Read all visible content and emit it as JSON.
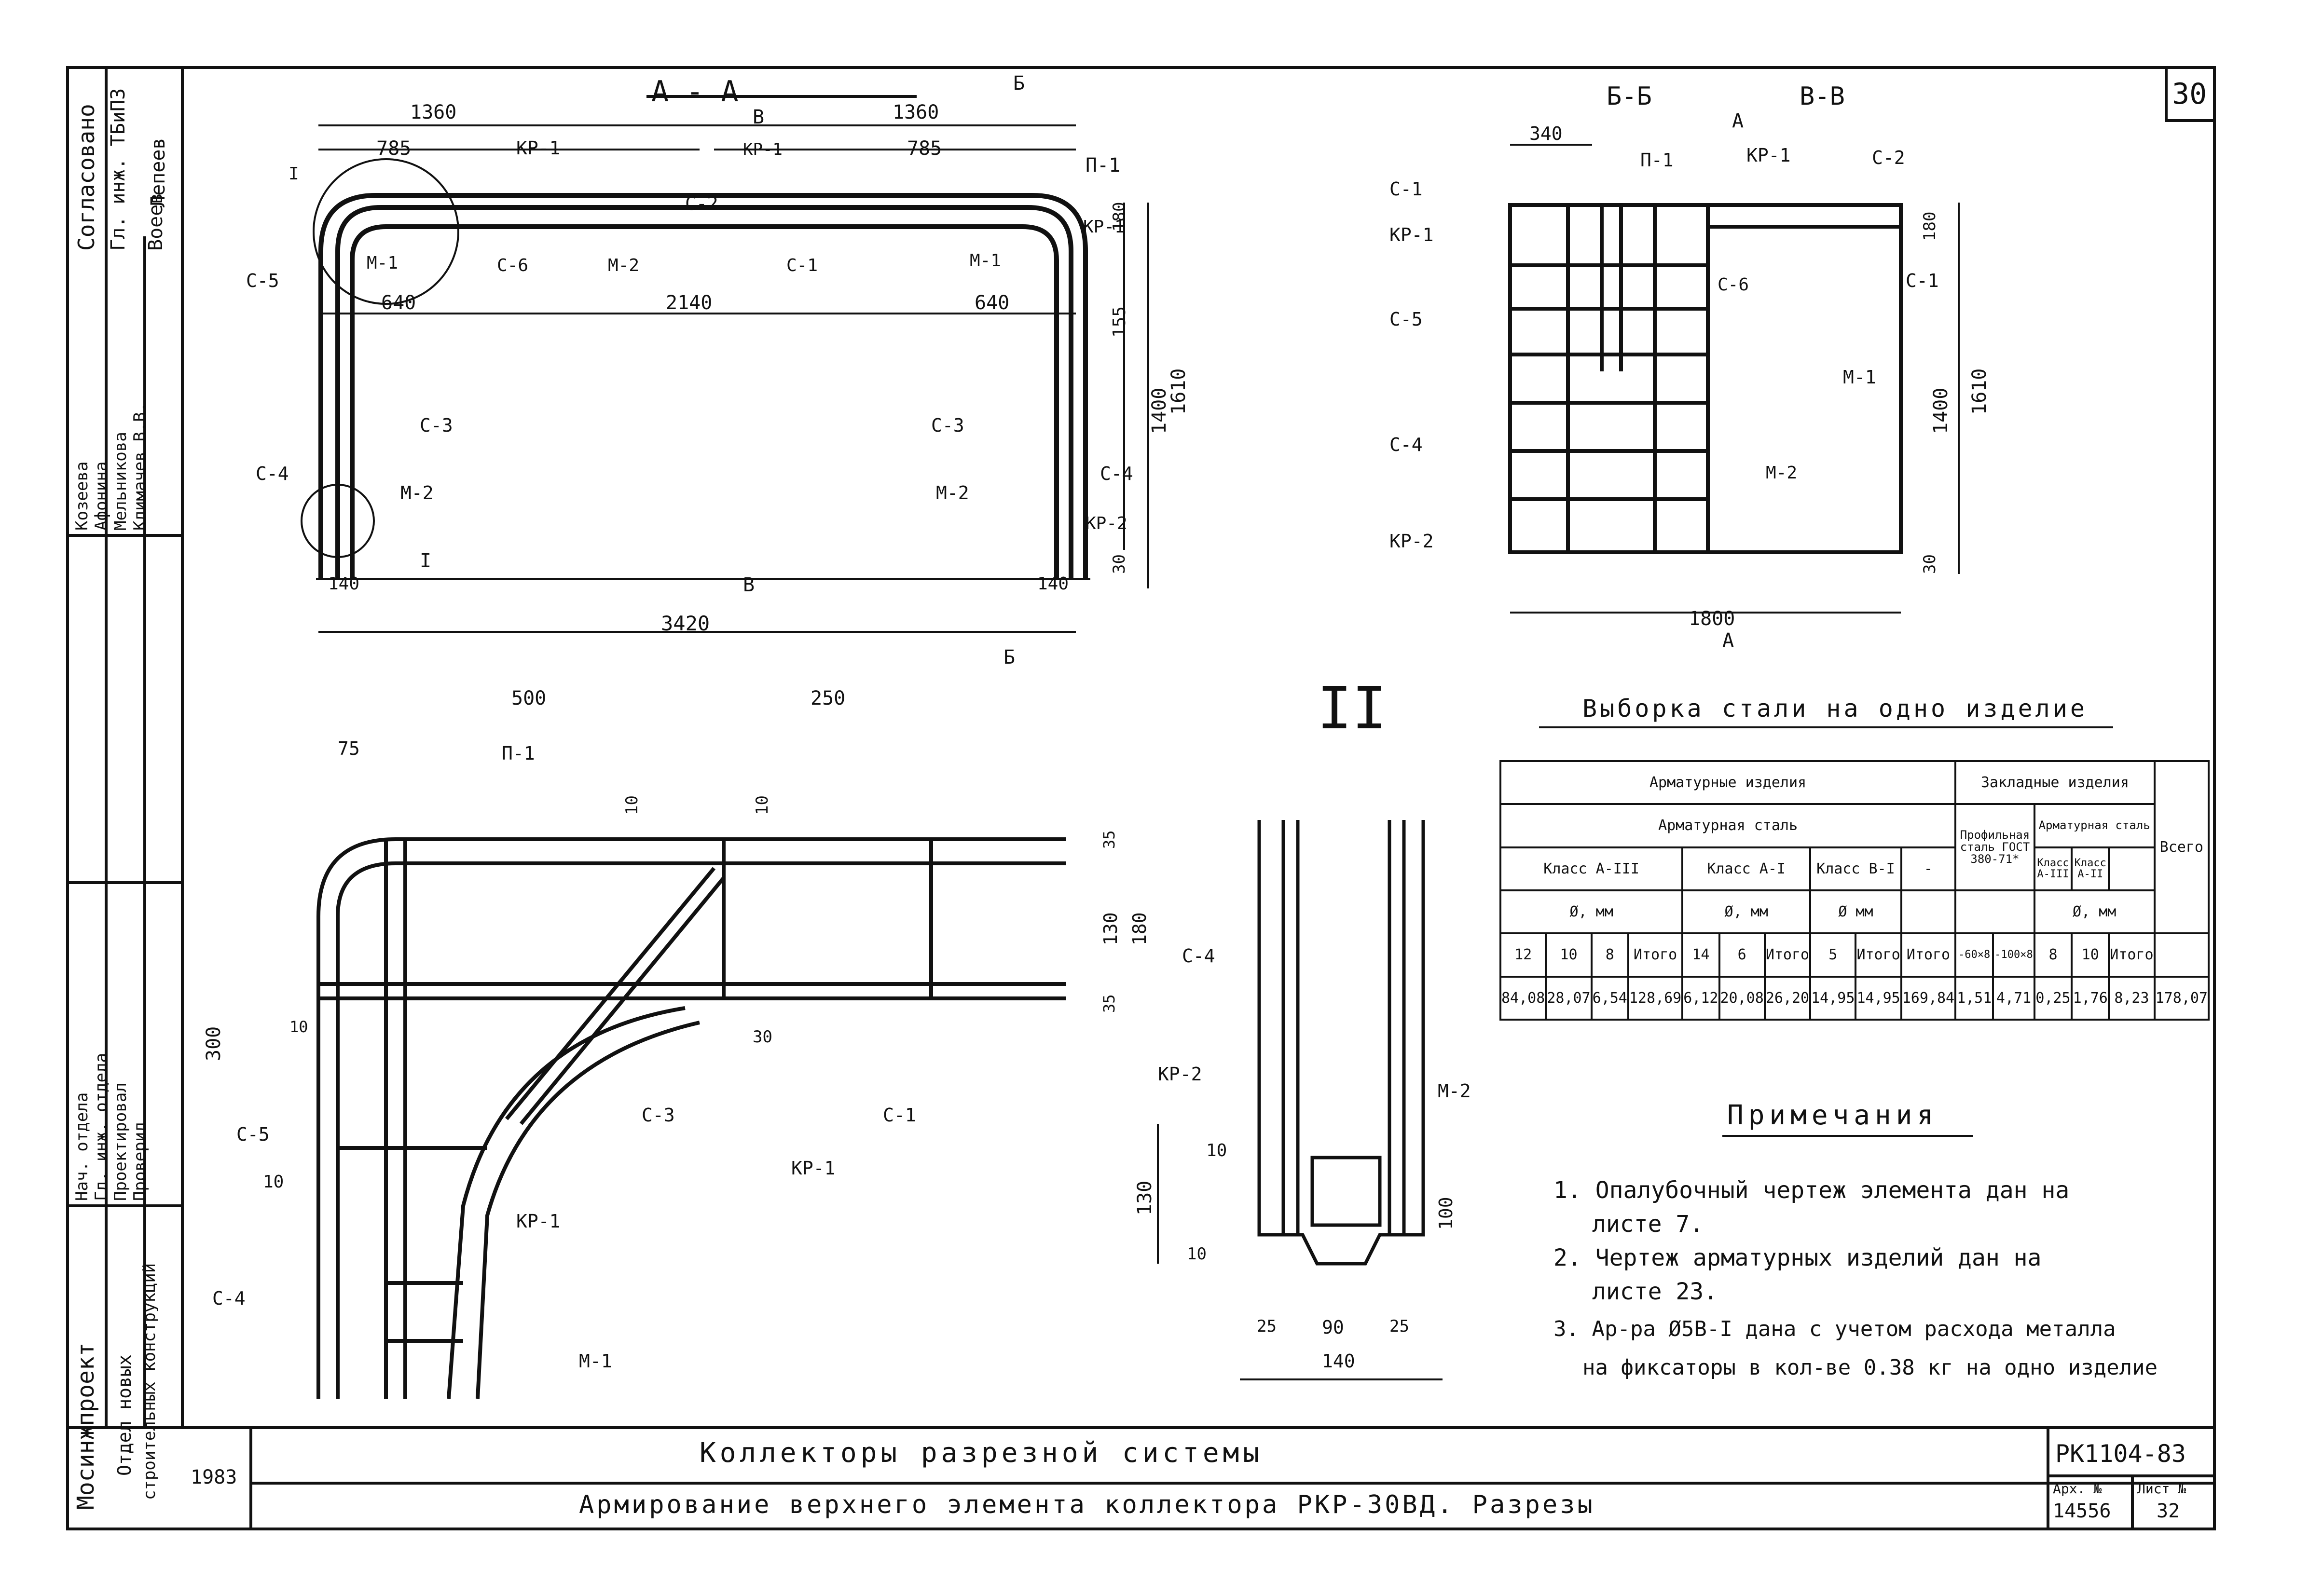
{
  "sheet_number": "30",
  "stamp": {
    "approval_title": "Согласовано",
    "approval_role": "Гл. инж. ТБиПЗ",
    "approval_signature": "Воеев",
    "approval_name": "Лепеев",
    "authors": [
      "Козеева",
      "Афонина",
      "Мельникова",
      "Климачев В.В."
    ],
    "roles": [
      "Нач. отдела",
      "Гл. инж. отдела",
      "Проектировал",
      "Проверил"
    ],
    "org": "Мосинжпроект",
    "dept_line1": "Отдел новых",
    "dept_line2": "строительных конструкций"
  },
  "drawing": {
    "section_aa": "А - А",
    "section_bb": "Б-Б",
    "section_vv": "В-В",
    "detail_two": "II",
    "marks": {
      "B": "Б",
      "V": "В",
      "A": "А",
      "I": "I",
      "kr1": "КР-1",
      "kr2": "КР-2",
      "c1": "С-1",
      "c2": "С-2",
      "c3": "С-3",
      "c4": "С-4",
      "c5": "С-5",
      "c6": "С-6",
      "m1": "М-1",
      "m2": "М-2",
      "p1": "П-1"
    },
    "dims": {
      "d1360a": "1360",
      "d1360b": "1360",
      "d785a": "785",
      "d785b": "785",
      "d640a": "640",
      "d640b": "640",
      "d2140": "2140",
      "d3420": "3420",
      "d140a": "140",
      "d140b": "140",
      "d1400a": "1400",
      "d1610a": "1610",
      "d155": "155",
      "d180a": "180",
      "d30a": "30",
      "d340": "340",
      "d1800": "1800",
      "d1400b": "1400",
      "d1610b": "1610",
      "d180b": "180",
      "d30b": "30",
      "d500": "500",
      "d250": "250",
      "d75": "75",
      "d300": "300",
      "d10a": "10",
      "d10b": "10",
      "d10c": "10",
      "d10d": "10",
      "d35a": "35",
      "d35b": "35",
      "d130a": "130",
      "d180c": "180",
      "d30c": "30",
      "d130b": "130",
      "d100": "100",
      "d10e": "10",
      "d10f": "10",
      "d25a": "25",
      "d90": "90",
      "d25b": "25",
      "d140c": "140"
    }
  },
  "steel_table": {
    "title": "Выборка стали на одно изделие",
    "h_armature_products": "Арматурные изделия",
    "h_embedded": "Закладные изделия",
    "h_rebar_steel": "Арматурная сталь",
    "h_profile_steel": "Профильная сталь ГОСТ 380-71*",
    "h_rebar_steel2": "Арматурная сталь",
    "h_class_a3": "Класс А-III",
    "h_class_a1": "Класс А-I",
    "h_class_b1": "Класс В-I",
    "h_dash": "-",
    "h_class_a3_short": "Класс А-III",
    "h_class_a2_short": "Класс А-II",
    "h_total_all": "Всего",
    "h_phi_mm_1": "Ø, мм",
    "h_phi_mm_2": "Ø, мм",
    "h_phi_mm_3": "Ø мм",
    "h_phi_mm_4": "Ø, мм",
    "diam": [
      "12",
      "10",
      "8",
      "Итого",
      "14",
      "6",
      "Итого",
      "5",
      "Итого",
      "Итого",
      "-60×8",
      "-100×8",
      "8",
      "10",
      "Итого"
    ],
    "values": [
      "84,08",
      "28,07",
      "6,54",
      "128,69",
      "6,12",
      "20,08",
      "26,20",
      "14,95",
      "14,95",
      "169,84",
      "1,51",
      "4,71",
      "0,25",
      "1,76",
      "8,23",
      "178,07"
    ]
  },
  "notes": {
    "title": "Примечания",
    "n1a": "1. Опалубочный чертеж элемента дан на",
    "n1b": "листе 7.",
    "n2a": "2. Чертеж арматурных изделий дан на",
    "n2b": "листе 23.",
    "n3a": "3. Ар-ра Ø5В-I дана с учетом расхода металла",
    "n3b": "на фиксаторы в кол-ве 0.38 кг на одно изделие"
  },
  "title_block": {
    "year": "1983",
    "line1": "Коллекторы разрезной системы",
    "line2": "Армирование верхнего элемента коллектора РКР-30ВД. Разрезы",
    "doc_code": "РК1104-83",
    "arch_label": "Арх. №",
    "arch_no": "14556",
    "sheet_label": "Лист №",
    "sheet_no": "32"
  }
}
